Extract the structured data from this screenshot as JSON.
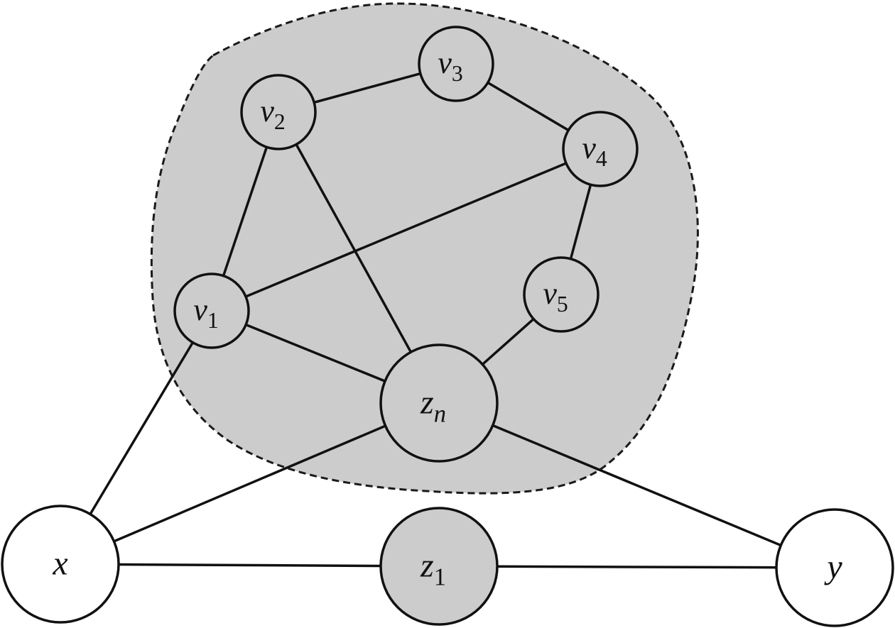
{
  "colors": {
    "region_fill": "#cccccc",
    "region_stroke": "#1a1a1a",
    "node_shaded": "#cccccc",
    "node_plain": "#ffffff",
    "stroke": "#111111"
  },
  "nodes": [
    {
      "id": "v3",
      "base": "v",
      "sub": "3",
      "shaded": true
    },
    {
      "id": "v2",
      "base": "v",
      "sub": "2",
      "shaded": true
    },
    {
      "id": "v4",
      "base": "v",
      "sub": "4",
      "shaded": true
    },
    {
      "id": "v1",
      "base": "v",
      "sub": "1",
      "shaded": true
    },
    {
      "id": "v5",
      "base": "v",
      "sub": "5",
      "shaded": true
    },
    {
      "id": "zn",
      "base": "z",
      "sub": "n",
      "shaded": true
    },
    {
      "id": "x",
      "base": "x",
      "sub": "",
      "shaded": false
    },
    {
      "id": "z1",
      "base": "z",
      "sub": "1",
      "shaded": true
    },
    {
      "id": "y",
      "base": "y",
      "sub": "",
      "shaded": false
    }
  ],
  "edges": [
    [
      "v2",
      "v3"
    ],
    [
      "v3",
      "v4"
    ],
    [
      "v2",
      "v1"
    ],
    [
      "v2",
      "zn"
    ],
    [
      "v4",
      "v1"
    ],
    [
      "v4",
      "v5"
    ],
    [
      "v5",
      "zn"
    ],
    [
      "v1",
      "zn"
    ],
    [
      "v1",
      "x"
    ],
    [
      "zn",
      "x"
    ],
    [
      "zn",
      "y"
    ],
    [
      "x",
      "z1"
    ],
    [
      "z1",
      "y"
    ]
  ]
}
